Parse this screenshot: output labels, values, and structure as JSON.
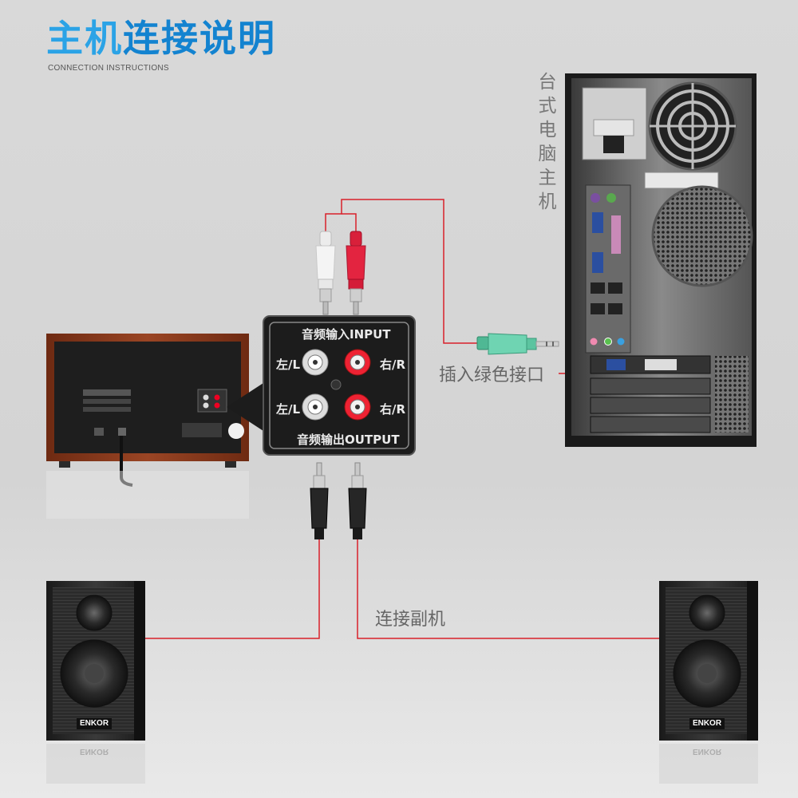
{
  "header": {
    "title_part1": "主机",
    "title_part2": "连接说明",
    "subtitle": "CONNECTION INSTRUCTIONS"
  },
  "computer": {
    "label": "台式电脑主机"
  },
  "labels": {
    "green_port": "插入绿色接口",
    "sub_unit": "连接副机"
  },
  "panel": {
    "input_label": "音频输入INPUT",
    "output_label": "音频输出OUTPUT",
    "left_top": "左/L",
    "right_top": "右/R",
    "left_bottom": "左/L",
    "right_bottom": "右/R"
  },
  "speakers": {
    "brand": "ENKOR"
  },
  "colors": {
    "title_light": "#2ba3e6",
    "title_dark": "#1383d0",
    "wire": "#d9202a",
    "green_jack": "#5fc7a5",
    "rca_white": "#f2f2f2",
    "rca_red": "#e0203a",
    "wood": "#8b3a1f",
    "panel_bg": "#1c1c1c"
  },
  "icons": [
    "rca-white-plug-icon",
    "rca-red-plug-icon",
    "green-3.5mm-jack-icon",
    "rca-black-plug-icon",
    "computer-tower-icon",
    "subwoofer-icon",
    "satellite-speaker-icon"
  ]
}
